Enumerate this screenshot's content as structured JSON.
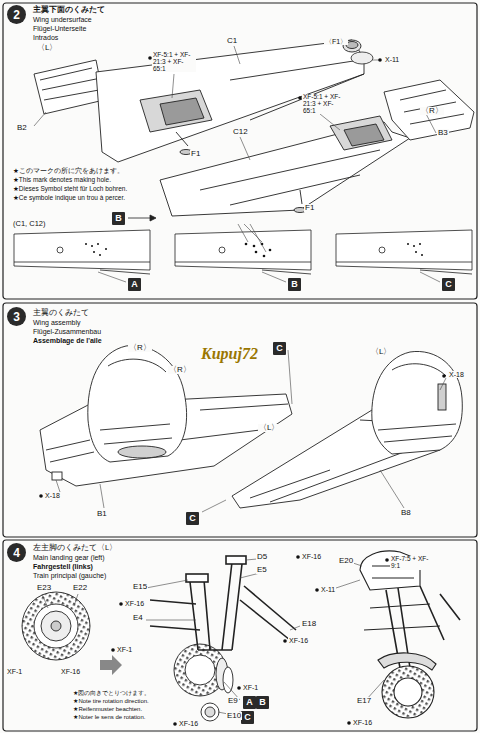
{
  "diagram": {
    "nodes": [
      {
        "text": [
          "2"
        ]
      },
      {
        "text": [
          "B"
        ]
      },
      {
        "text": [
          "A"
        ]
      },
      {
        "text": [
          "B"
        ]
      },
      {
        "text": [
          "C"
        ]
      },
      {
        "text": [
          "3"
        ]
      },
      {
        "text": [
          "C"
        ]
      },
      {
        "text": [
          "C"
        ]
      },
      {
        "text": [
          "4"
        ]
      },
      {
        "text": [
          "A"
        ]
      },
      {
        "text": [
          "B"
        ]
      },
      {
        "text": [
          "C"
        ]
      }
    ],
    "labels": [
      "主翼下面のくみたて",
      "Wing undersurface",
      "Flügel-Unterseite",
      "Intrados",
      "〈L〉",
      "C1",
      "〈F1〉",
      "X-11",
      "XF-5:1 + XF-21:3 + XF-65:1",
      "B2",
      "F1",
      "C12",
      "XF-5:1 + XF-21:3 + XF-65:1",
      "〈R〉",
      "B3",
      "F1",
      "★このマークの所に穴をあけます。",
      "★This mark denotes making hole.",
      "★Dieses Symbol steht für Loch bohren.",
      "★Ce symbole indique un trou à percer.",
      "(C1, C12)",
      "主翼のくみたて",
      "Wing assembly",
      "Flügel-Zusammenbau",
      "Assemblage de l'aile",
      "〈R〉",
      "〈R〉",
      "Kupuj72",
      "〈L〉",
      "X-18",
      "〈L〉",
      "X-18",
      "B1",
      "B8",
      "左主脚のくみたて〈L〉",
      "Main landing gear (left)",
      "Fahrgestell (links)",
      "Train principal (gauche)",
      "E23",
      "E22",
      "XF-1",
      "XF-16",
      "D5",
      "XF-16",
      "E5",
      "E15",
      "XF-16",
      "E4",
      "XF-1",
      "E18",
      "XF-16",
      "XF-1",
      "E9",
      "E10",
      "XF-16",
      "E20",
      "XF-7:5 + XF-9:1",
      "X-11",
      "E17",
      "XF-16",
      "★図の向きでとりつけます。",
      "★Note tire rotation direction.",
      "★Reifenmuster beachten.",
      "★Noter le sens de rotation."
    ]
  }
}
